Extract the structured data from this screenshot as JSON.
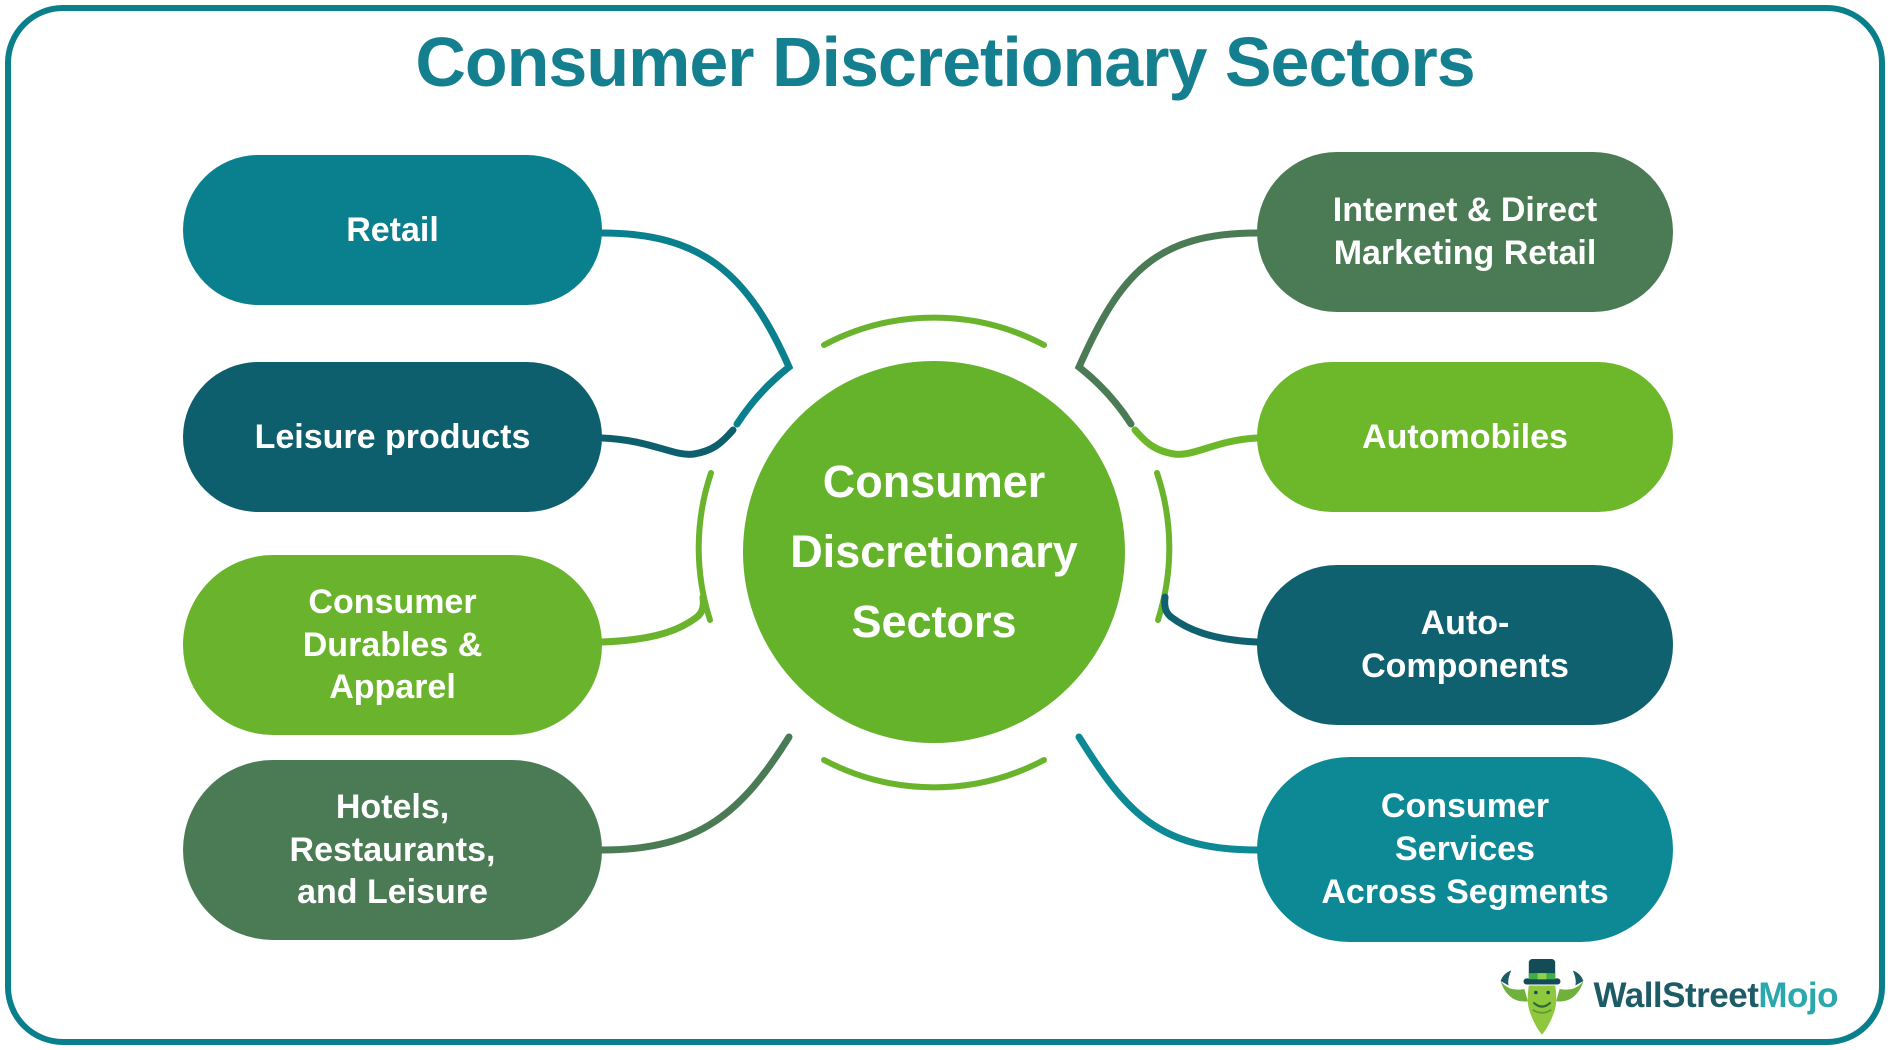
{
  "title": {
    "text": "Consumer Discretionary Sectors",
    "color": "#147f8e"
  },
  "frame": {
    "border_color": "#0a7f8c"
  },
  "center_node": {
    "label": "Consumer\nDiscretionary\nSectors",
    "color": "#65b22b",
    "text_color": "#ffffff"
  },
  "ring": {
    "color": "#6ab42d"
  },
  "nodes": {
    "left": [
      {
        "label": "Retail",
        "color": "#0a808e"
      },
      {
        "label": "Leisure products",
        "color": "#0e5f6e"
      },
      {
        "label": "Consumer\nDurables &\nApparel",
        "color": "#69b42c"
      },
      {
        "label": "Hotels,\nRestaurants,\nand Leisure",
        "color": "#4a7b54"
      }
    ],
    "right": [
      {
        "label": "Internet & Direct\nMarketing Retail",
        "color": "#4a7b54"
      },
      {
        "label": "Automobiles",
        "color": "#6cb82a"
      },
      {
        "label": "Auto-\nComponents",
        "color": "#10616f"
      },
      {
        "label": "Consumer\nServices\nAcross Segments",
        "color": "#0d8996"
      }
    ]
  },
  "logo": {
    "part1": "WallStreet",
    "part2": "Mojo",
    "part1_color": "#1d5b66",
    "part2_color": "#2ba7ae",
    "mascot_icon": "leprechaun-mascot-icon",
    "hat_color": "#134b57",
    "band_color": "#3fae47",
    "face_color": "#8fc73f"
  }
}
